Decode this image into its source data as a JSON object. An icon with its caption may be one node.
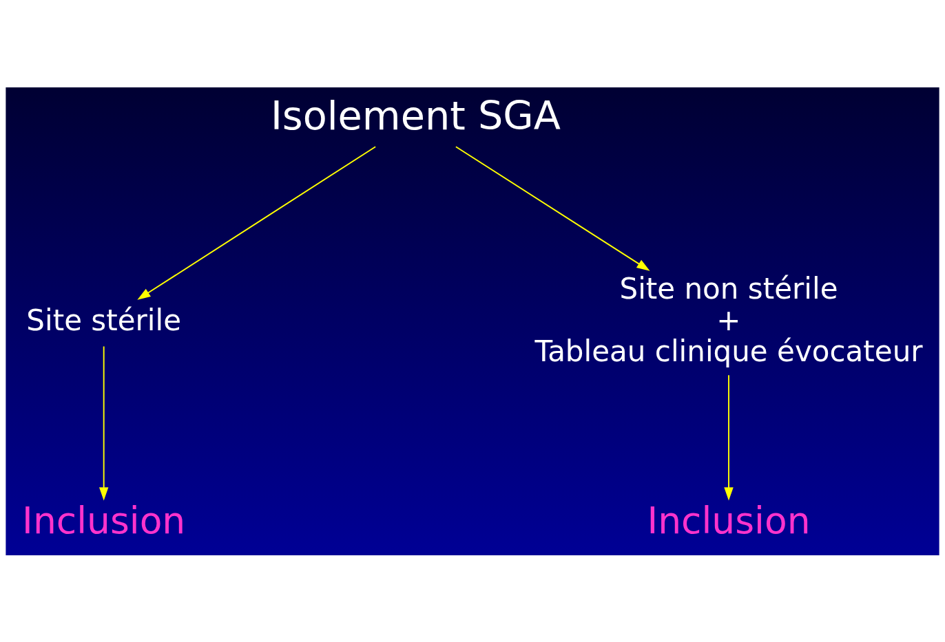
{
  "diagram": {
    "nodes": [
      {
        "text": [
          "Isolement SGA"
        ]
      },
      {
        "text": [
          "Site stérile"
        ]
      },
      {
        "text": [
          "Site non stérile",
          "+",
          "Tableau clinique évocateur"
        ]
      },
      {
        "text": [
          "Inclusion"
        ]
      },
      {
        "text": [
          "Inclusion"
        ]
      }
    ],
    "edges": [
      {
        "from": 0,
        "to": 1,
        "arrow": "to"
      },
      {
        "from": 0,
        "to": 2,
        "arrow": "to"
      },
      {
        "from": 1,
        "to": 3,
        "arrow": "to"
      },
      {
        "from": 2,
        "to": 4,
        "arrow": "to"
      }
    ]
  }
}
